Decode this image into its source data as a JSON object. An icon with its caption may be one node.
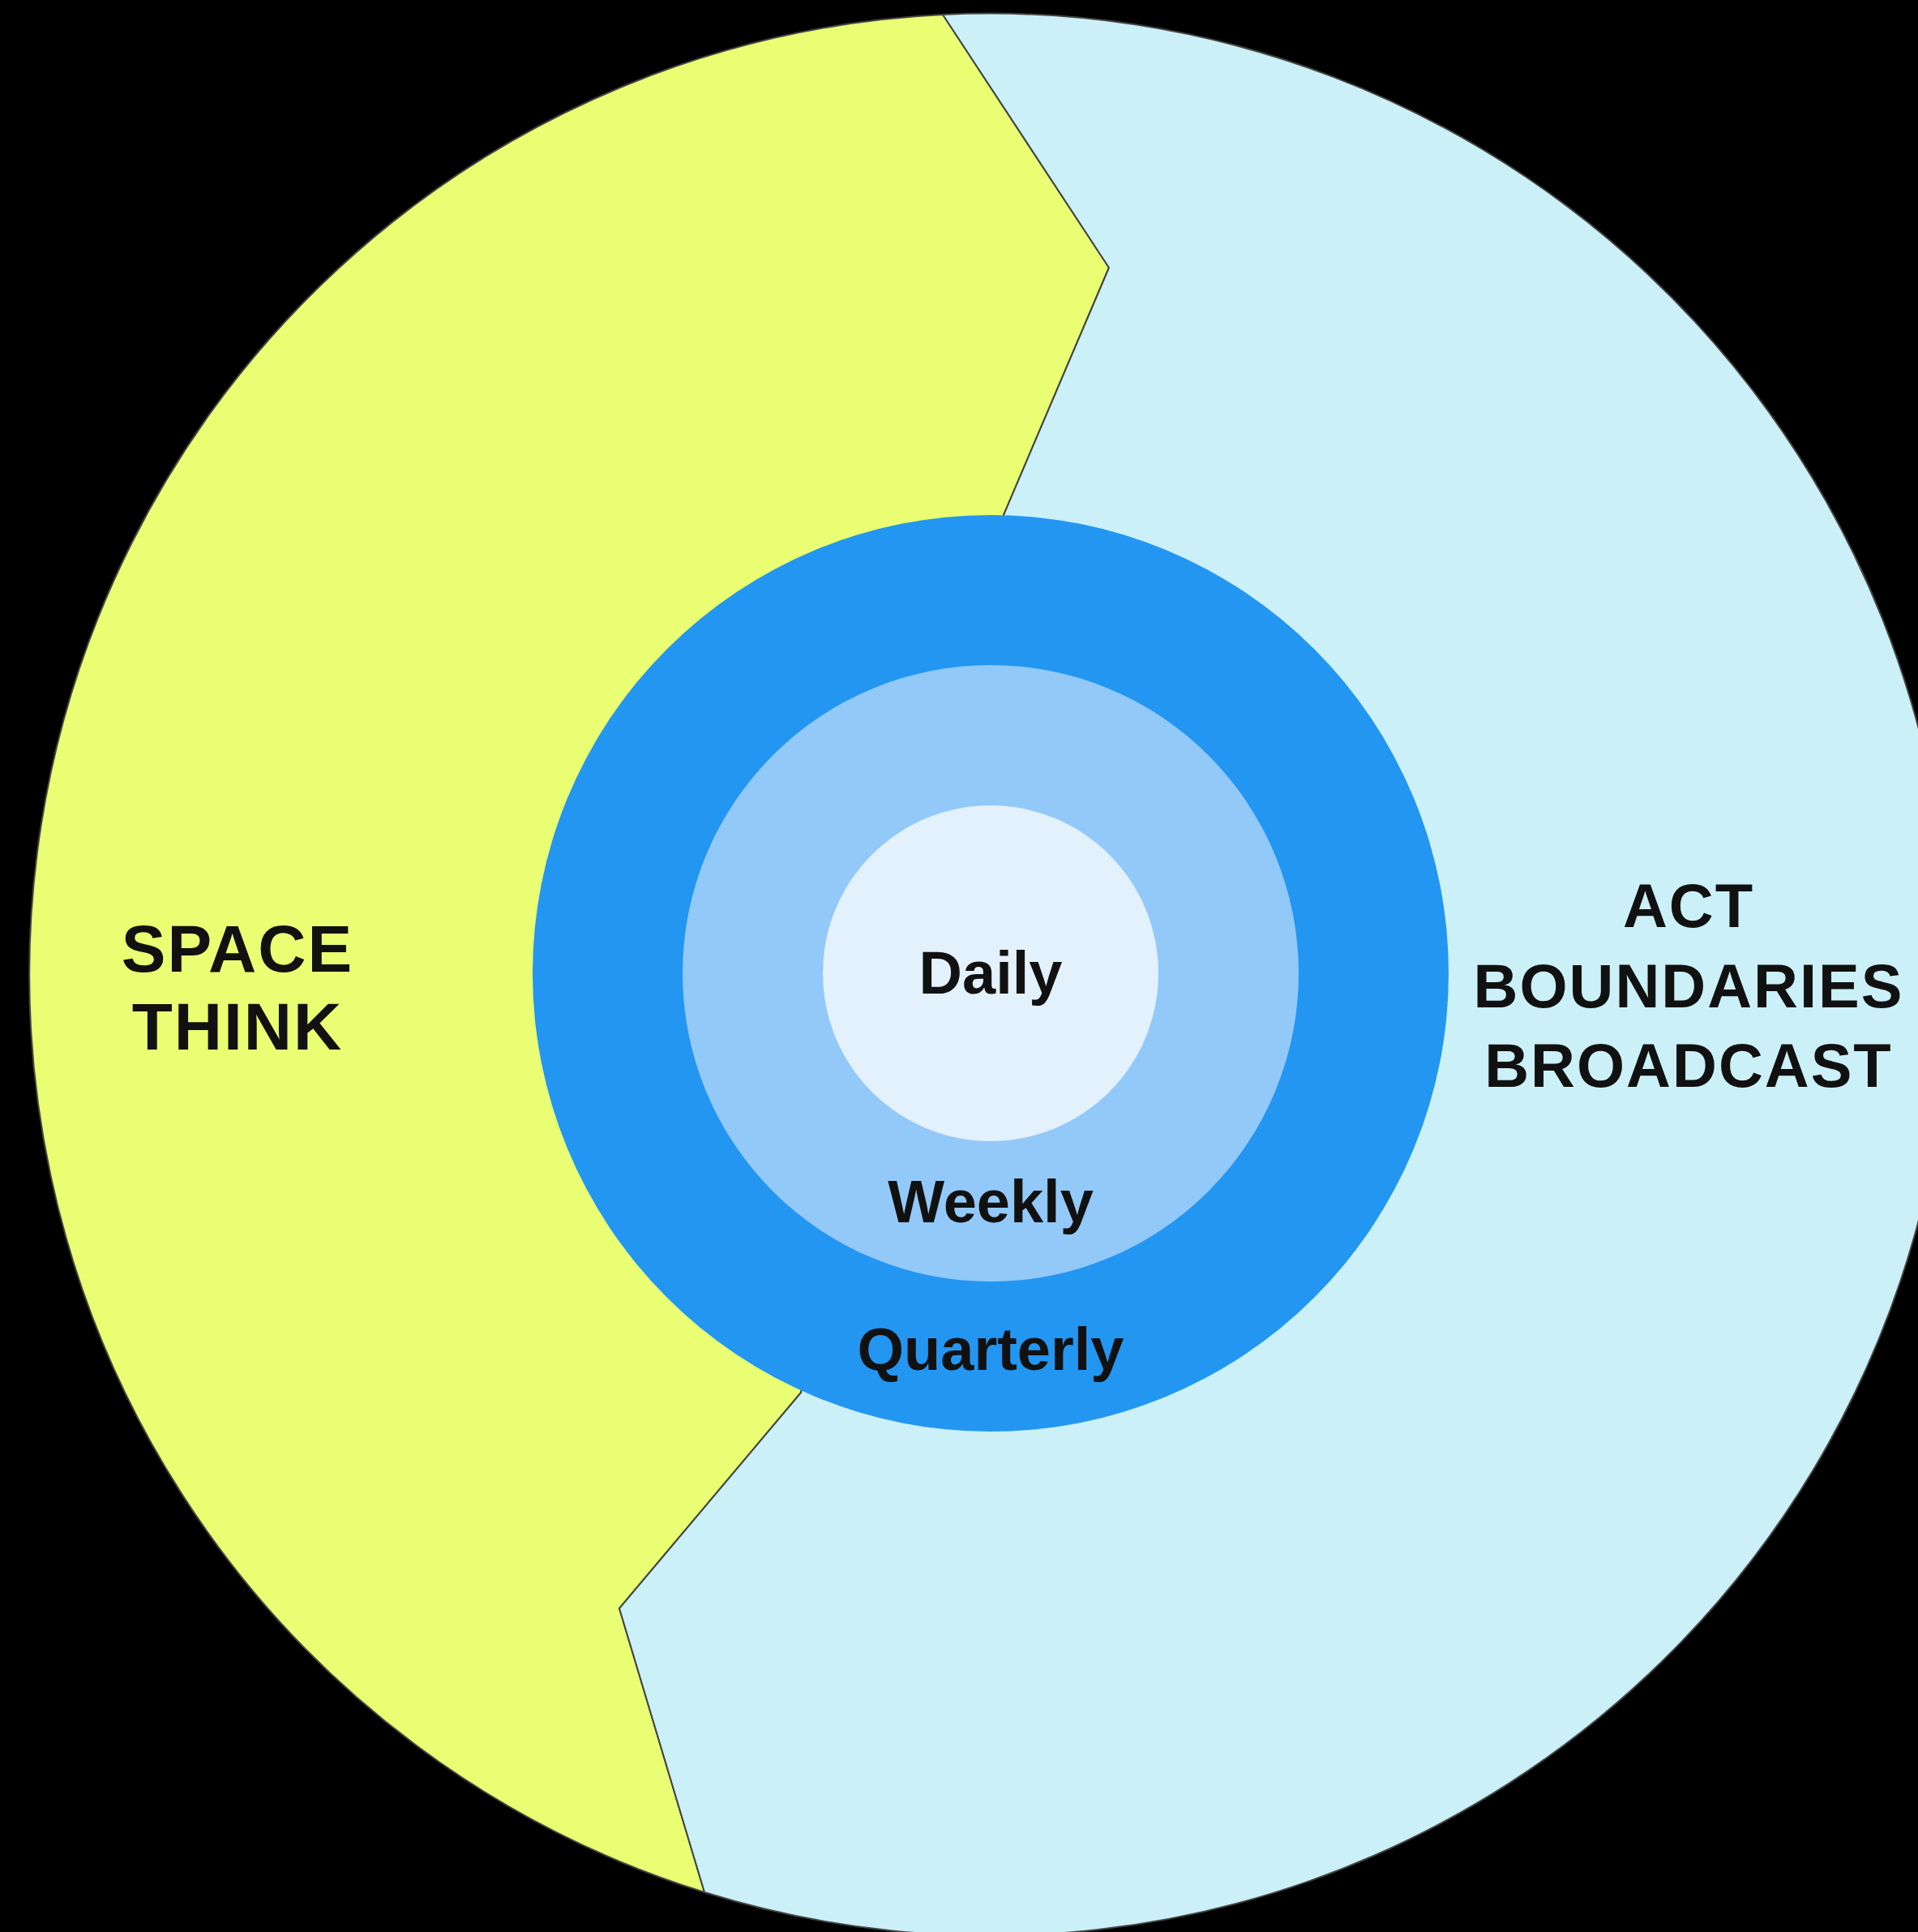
{
  "diagram": {
    "nodes": [
      {
        "text": [
          "SPACE",
          "THINK"
        ]
      },
      {
        "text": [
          "ACT",
          "BOUNDARIES",
          "BROADCAST"
        ]
      },
      {
        "text": [
          "Quarterly"
        ]
      },
      {
        "text": [
          "Weekly"
        ],
        "in": 2
      },
      {
        "text": [
          "Daily"
        ],
        "in": 3
      }
    ]
  }
}
